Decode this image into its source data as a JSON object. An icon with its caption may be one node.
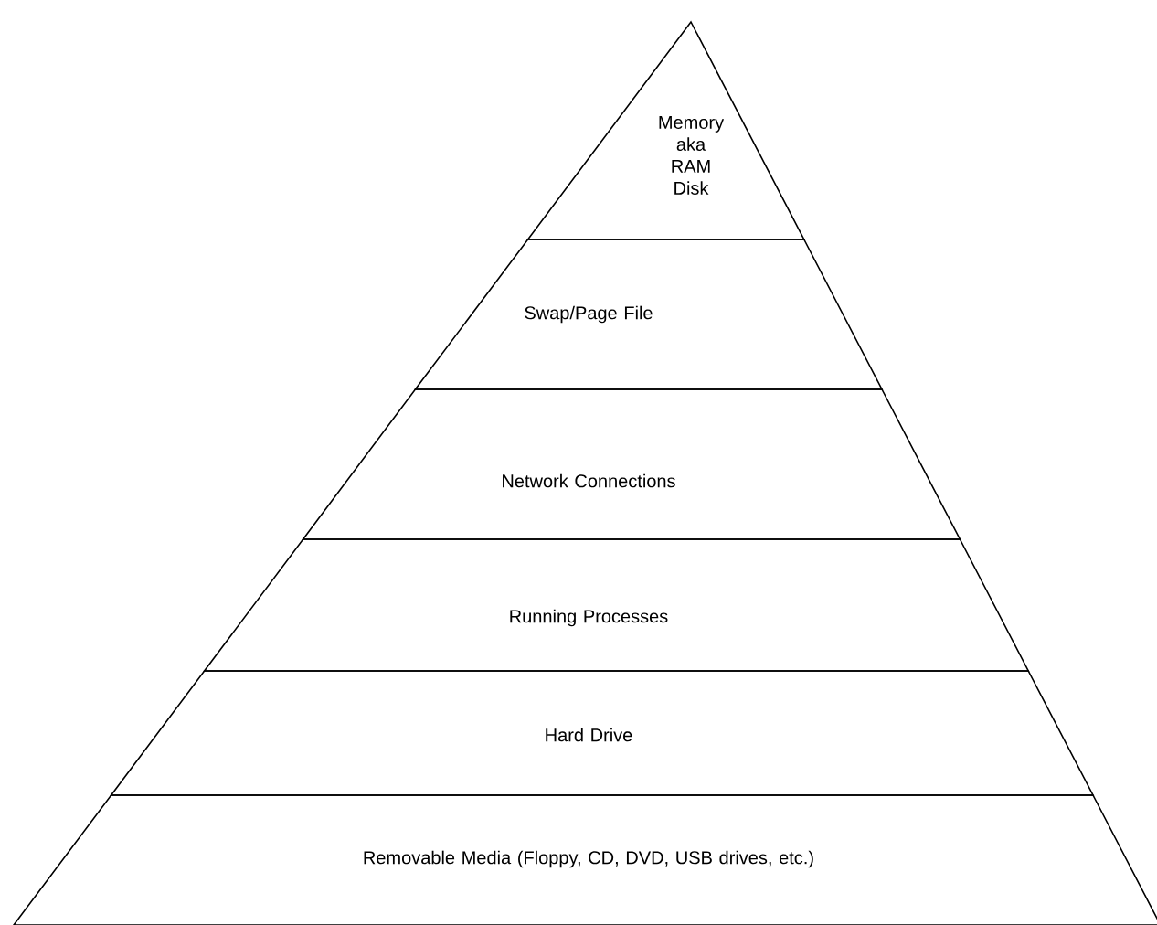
{
  "diagram": {
    "nodes": [
      {
        "text": [
          "Memory aka RAM Disk"
        ]
      },
      {
        "text": [
          "Swap/Page File"
        ]
      },
      {
        "text": [
          "Network Connections"
        ]
      },
      {
        "text": [
          "Running Processes"
        ]
      },
      {
        "text": [
          "Hard Drive"
        ]
      },
      {
        "text": [
          "Removable Media (Floppy, CD, DVD, USB drives, etc.)"
        ]
      }
    ]
  }
}
